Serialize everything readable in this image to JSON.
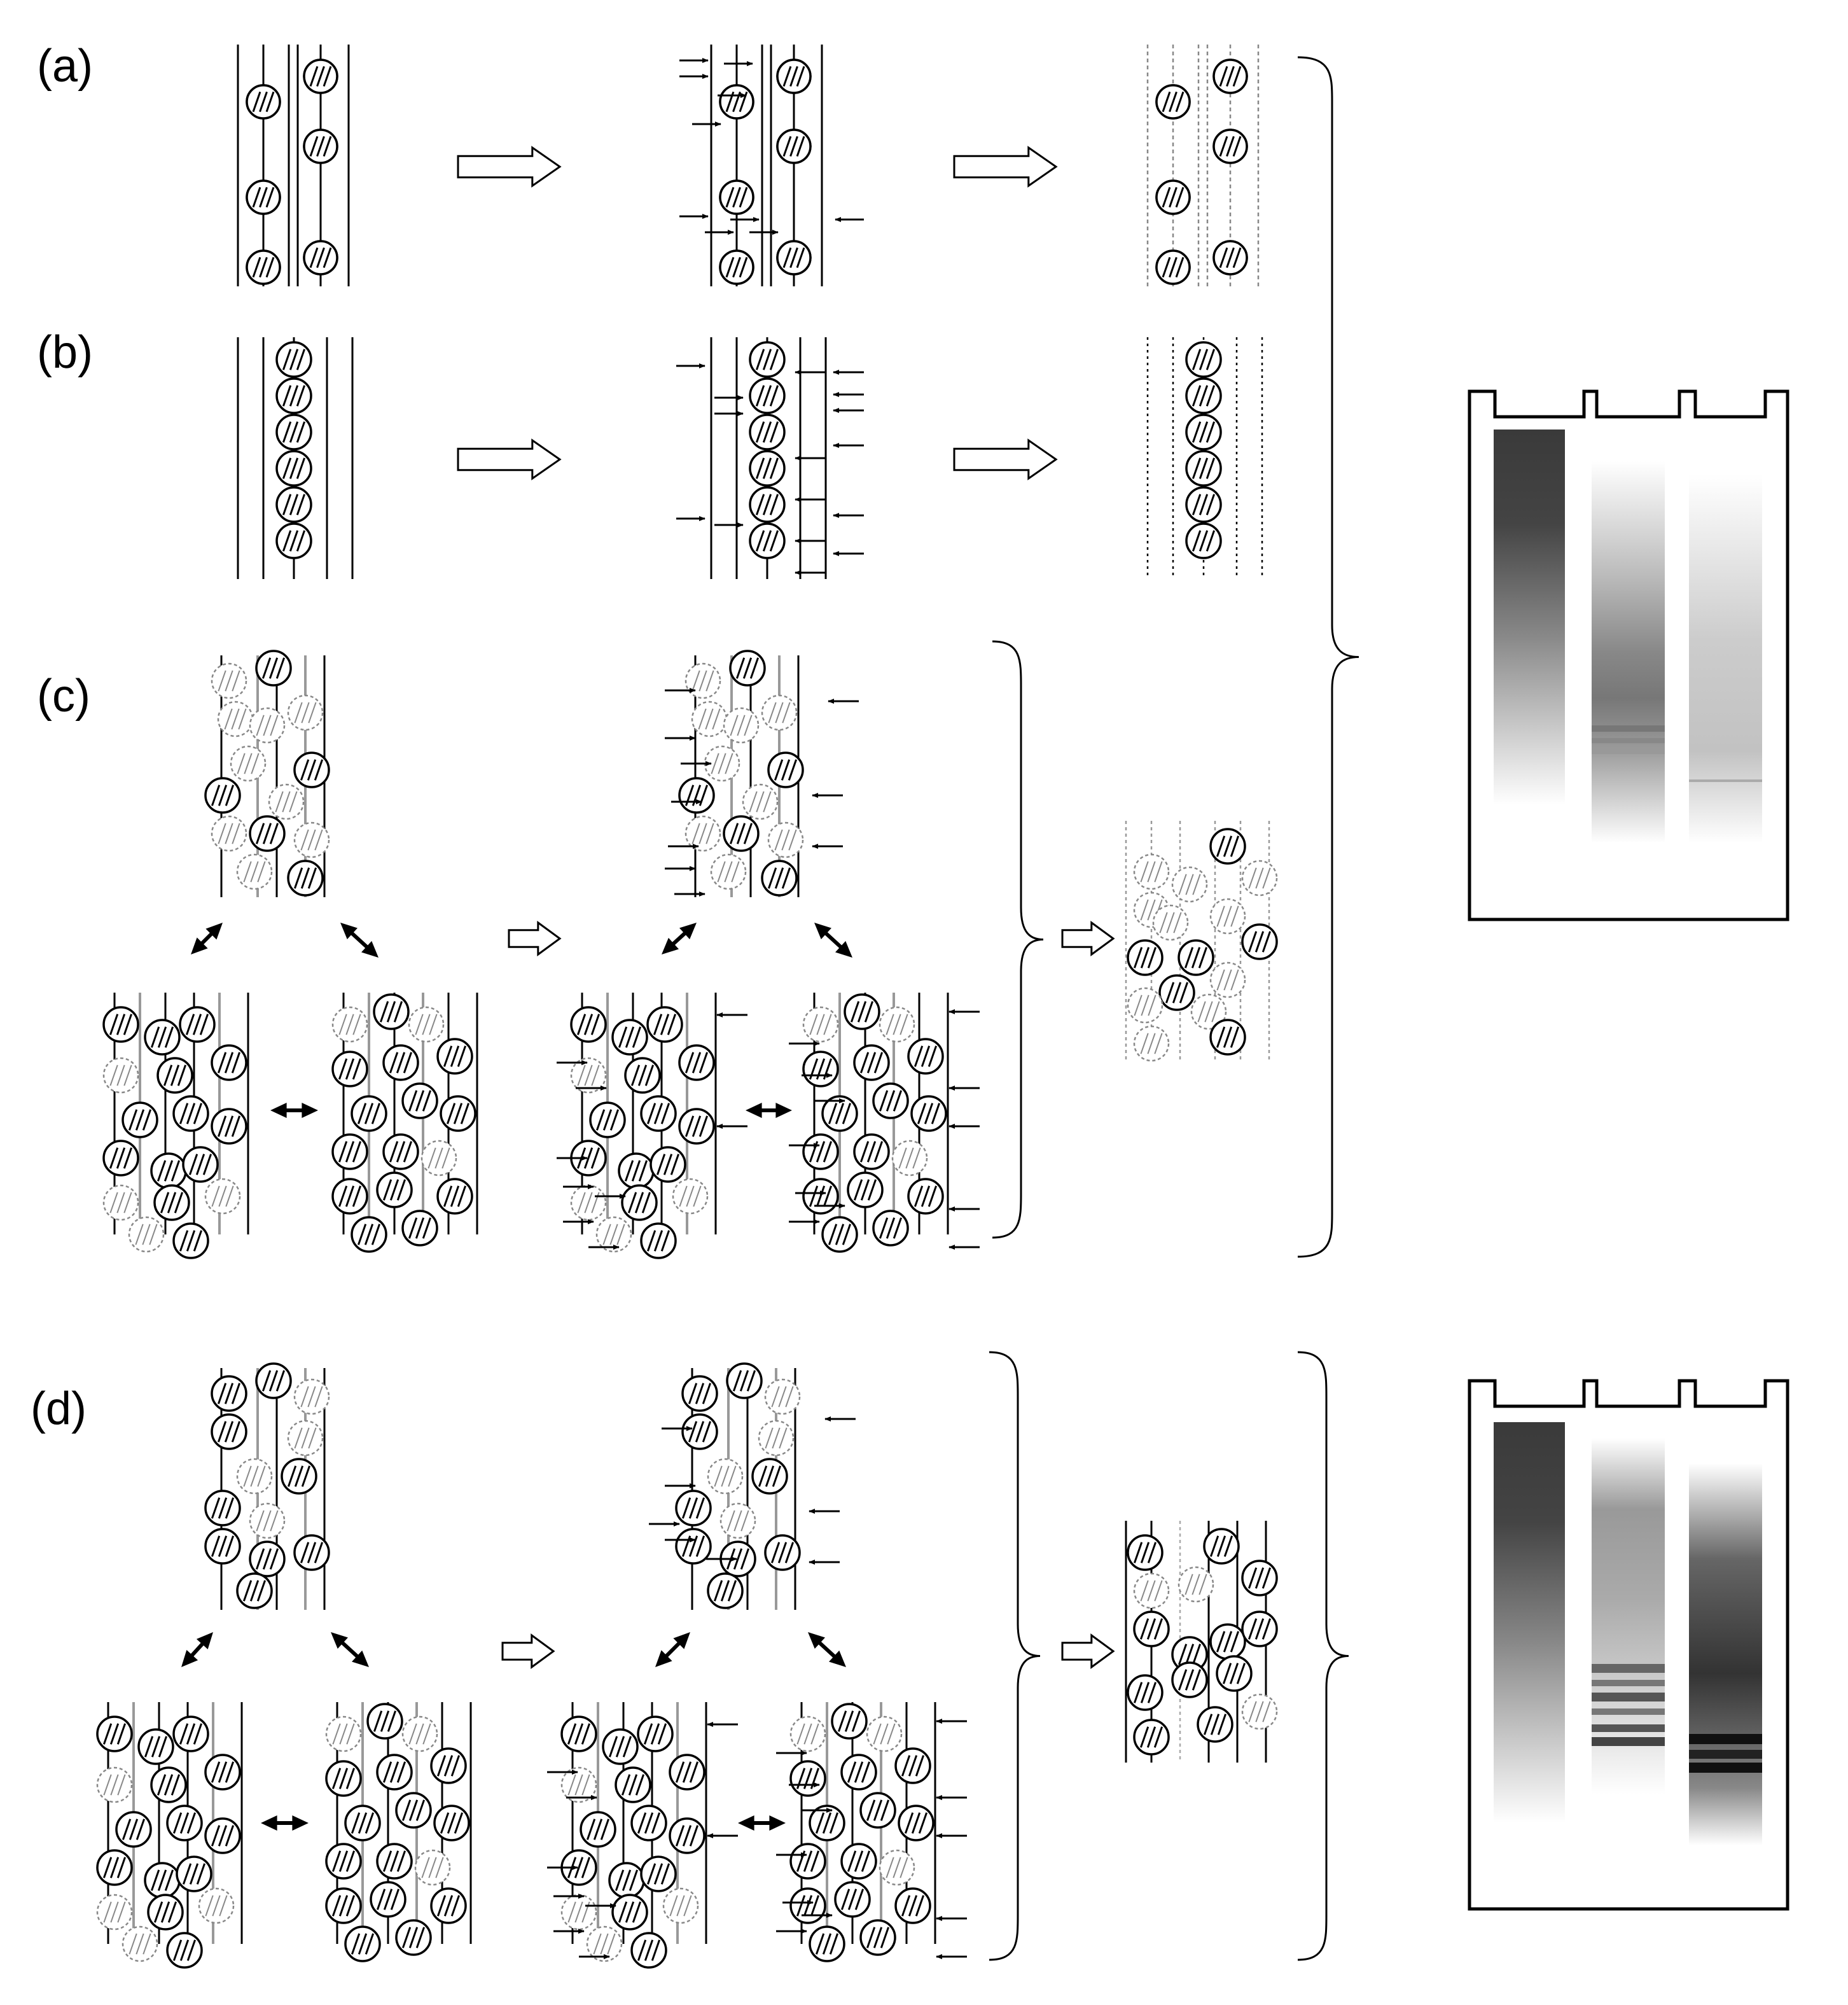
{
  "panels": [
    {
      "id": "a",
      "label": "(a)"
    },
    {
      "id": "b",
      "label": "(b)"
    },
    {
      "id": "c",
      "label": "(c)"
    },
    {
      "id": "d",
      "label": "(d)"
    }
  ],
  "gels": [
    {
      "id": "gel-top",
      "lanes": 3
    },
    {
      "id": "gel-bottom",
      "lanes": 3
    }
  ],
  "colors": {
    "ink": "#000000",
    "ghost": "#888888",
    "background": "#ffffff"
  }
}
